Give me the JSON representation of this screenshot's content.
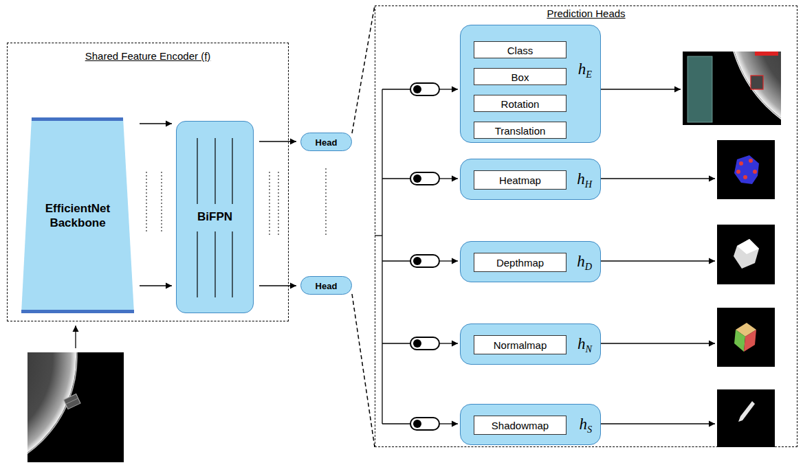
{
  "diagram": {
    "nodes": [
      {
        "text": [
          "Shared Feature Encoder (f)"
        ]
      },
      {
        "text": [
          "EfficientNet Backbone"
        ],
        "in": 0
      },
      {
        "text": [
          "BiFPN"
        ],
        "in": 0
      },
      {
        "text": [
          "Head"
        ]
      },
      {
        "text": [
          "Head"
        ]
      },
      {
        "text": [
          "Prediction Heads"
        ]
      },
      {
        "text": [
          "hE"
        ],
        "in": 5
      },
      {
        "text": [
          "Class"
        ],
        "in": 6
      },
      {
        "text": [
          "Box"
        ],
        "in": 6
      },
      {
        "text": [
          "Rotation"
        ],
        "in": 6
      },
      {
        "text": [
          "Translation"
        ],
        "in": 6
      },
      {
        "text": [
          "hH"
        ],
        "in": 5
      },
      {
        "text": [
          "Heatmap"
        ],
        "in": 11
      },
      {
        "text": [
          "hD"
        ],
        "in": 5
      },
      {
        "text": [
          "Depthmap"
        ],
        "in": 13
      },
      {
        "text": [
          "hN"
        ],
        "in": 5
      },
      {
        "text": [
          "Normalmap"
        ],
        "in": 15
      },
      {
        "text": [
          "hS"
        ],
        "in": 5
      },
      {
        "text": [
          "Shadowmap"
        ],
        "in": 17
      }
    ],
    "edges": [
      {
        "from": 1,
        "to": 2,
        "arrow": "to"
      },
      {
        "from": 1,
        "to": 2,
        "arrow": "to"
      },
      {
        "from": 2,
        "to": 3,
        "arrow": "to"
      },
      {
        "from": 2,
        "to": 4,
        "arrow": "to"
      }
    ]
  }
}
